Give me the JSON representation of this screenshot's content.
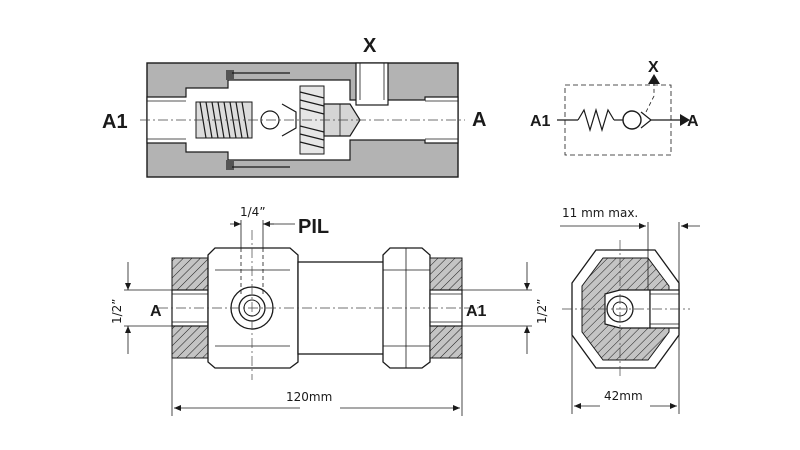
{
  "diagram": {
    "section_view": {
      "port_left": "A1",
      "port_right": "A",
      "port_top": "X"
    },
    "symbol": {
      "port_left": "A1",
      "port_right": "A",
      "port_top": "X"
    },
    "side_view": {
      "pilot_thread": "1/4”",
      "pilot_label": "PIL",
      "left_port": "A",
      "right_port": "A1",
      "left_thread": "1/2”",
      "right_thread": "1/2”",
      "length": "120mm"
    },
    "end_view": {
      "max_note": "11 mm max.",
      "width": "42mm"
    },
    "colors": {
      "body": "#b3b3b3",
      "line": "#1a1a1a"
    }
  }
}
